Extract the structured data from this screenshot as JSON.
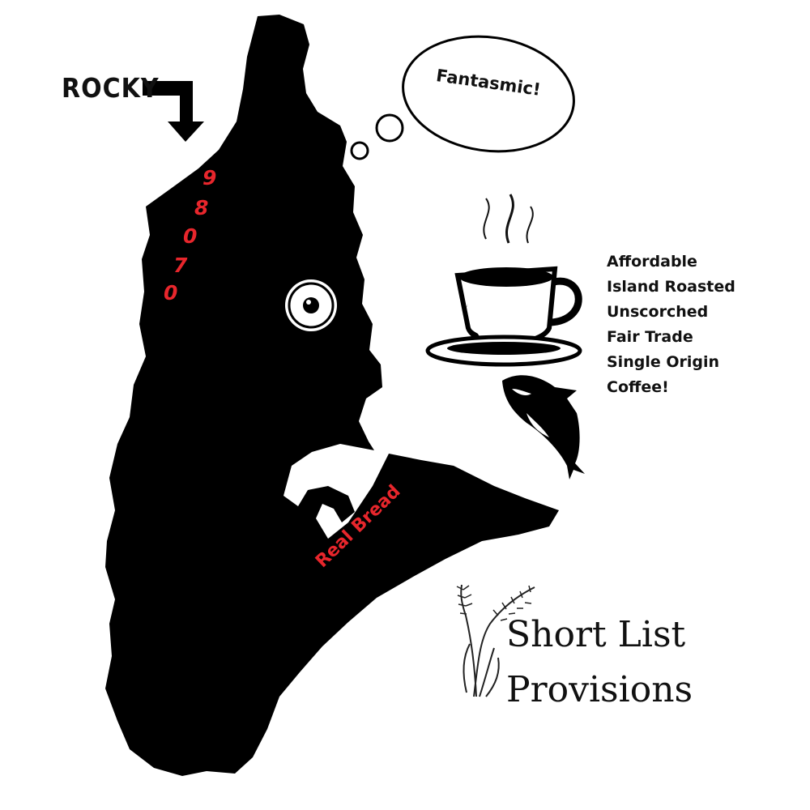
{
  "island_label": "ROCKY",
  "zip_digits": [
    "9",
    "8",
    "0",
    "7",
    "0"
  ],
  "bread_label": "Real Bread",
  "thought_bubble": "Fantasmic!",
  "coffee_features": [
    "Affordable",
    "Island Roasted",
    "Unscorched",
    "Fair Trade",
    "Single Origin",
    "Coffee!"
  ],
  "brand": {
    "line1": "Short List",
    "line2": "Provisions"
  },
  "colors": {
    "island": "#000000",
    "accent_red": "#e8262c",
    "background": "#ffffff"
  },
  "icons": [
    "arrow-down-icon",
    "eye-icon",
    "coffee-cup-icon",
    "orca-icon",
    "wheat-icon"
  ]
}
